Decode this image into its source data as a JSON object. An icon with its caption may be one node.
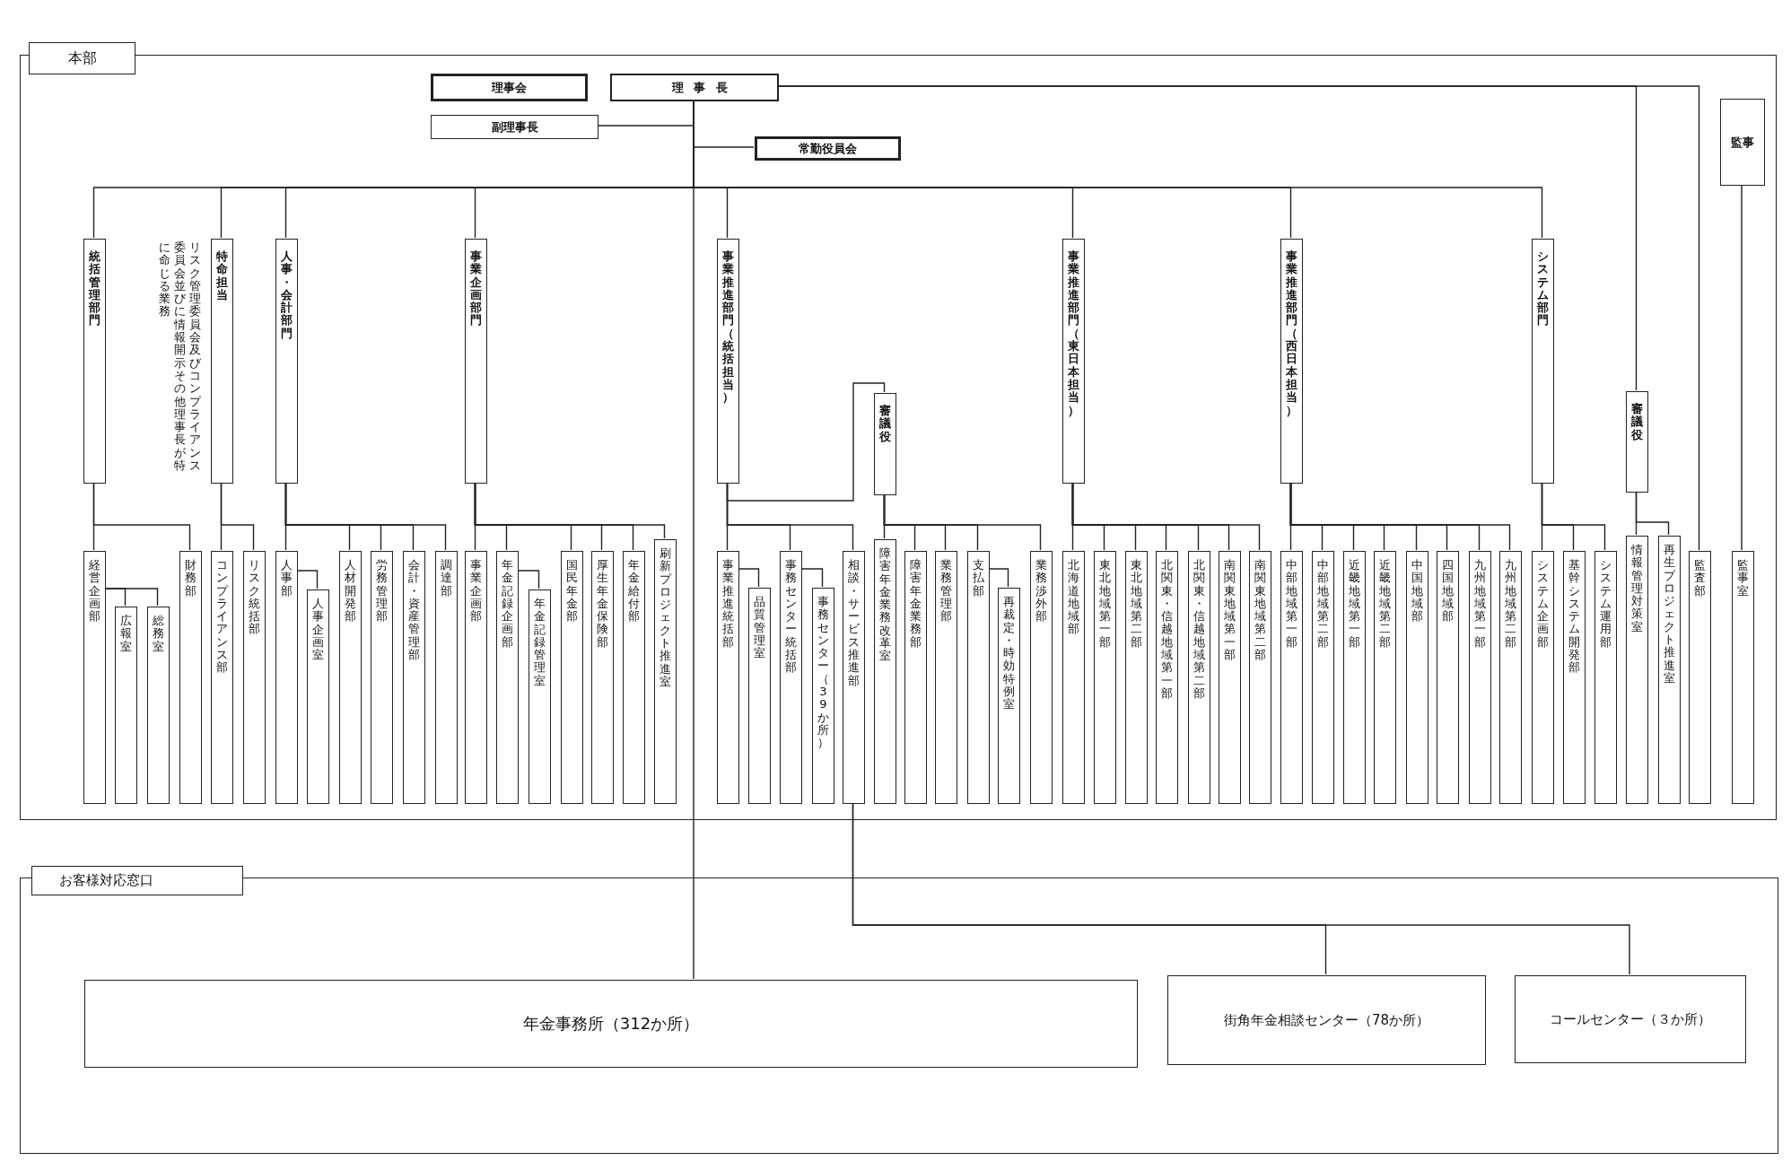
{
  "diagram": {
    "nodes": [
      {
        "text": [
          "本部"
        ]
      },
      {
        "text": [
          "理事会"
        ],
        "in": 0
      },
      {
        "text": [
          "理事長"
        ],
        "in": 0
      },
      {
        "text": [
          "副理事長"
        ],
        "in": 0
      },
      {
        "text": [
          "常勤役員会"
        ],
        "in": 0
      },
      {
        "text": [
          "監事"
        ],
        "in": 0
      },
      {
        "text": [
          "統括管理部門"
        ],
        "in": 0
      },
      {
        "text": [
          "特命担当"
        ],
        "in": 0,
        "beside": [
          "リスク管理委員会及びコンプライアンス委員会並びに情報開示その他理事長が特に命じる業務"
        ]
      },
      {
        "text": [
          "人事・会計部門"
        ],
        "in": 0
      },
      {
        "text": [
          "事業企画部門"
        ],
        "in": 0
      },
      {
        "text": [
          "事業推進部門（統括担当）"
        ],
        "in": 0
      },
      {
        "text": [
          "審議役"
        ],
        "in": 0
      },
      {
        "text": [
          "事業推進部門（東日本担当）"
        ],
        "in": 0
      },
      {
        "text": [
          "事業推進部門（西日本担当）"
        ],
        "in": 0
      },
      {
        "text": [
          "システム部門"
        ],
        "in": 0
      },
      {
        "text": [
          "審議役"
        ],
        "in": 0
      },
      {
        "text": [
          "経営企画部"
        ],
        "in": 0
      },
      {
        "text": [
          "広報室"
        ],
        "in": 0
      },
      {
        "text": [
          "総務室"
        ],
        "in": 0
      },
      {
        "text": [
          "財務部"
        ],
        "in": 0
      },
      {
        "text": [
          "コンプライアンス部"
        ],
        "in": 0
      },
      {
        "text": [
          "リスク統括部"
        ],
        "in": 0
      },
      {
        "text": [
          "人事部"
        ],
        "in": 0
      },
      {
        "text": [
          "人事企画室"
        ],
        "in": 0
      },
      {
        "text": [
          "人材開発部"
        ],
        "in": 0
      },
      {
        "text": [
          "労務管理部"
        ],
        "in": 0
      },
      {
        "text": [
          "会計・資産管理部"
        ],
        "in": 0
      },
      {
        "text": [
          "調達部"
        ],
        "in": 0
      },
      {
        "text": [
          "事業企画部"
        ],
        "in": 0
      },
      {
        "text": [
          "年金記録企画部"
        ],
        "in": 0
      },
      {
        "text": [
          "年金記録管理室"
        ],
        "in": 0
      },
      {
        "text": [
          "国民年金部"
        ],
        "in": 0
      },
      {
        "text": [
          "厚生年金保険部"
        ],
        "in": 0
      },
      {
        "text": [
          "年金給付部"
        ],
        "in": 0
      },
      {
        "text": [
          "刷新プロジェクト推進室"
        ],
        "in": 0
      },
      {
        "text": [
          "事業推進統括部"
        ],
        "in": 0
      },
      {
        "text": [
          "品質管理室"
        ],
        "in": 0
      },
      {
        "text": [
          "事務センター統括部"
        ],
        "in": 0
      },
      {
        "text": [
          "事務センター（39か所）"
        ],
        "in": 0
      },
      {
        "text": [
          "相談・サービス推進部"
        ],
        "in": 0
      },
      {
        "text": [
          "障害年金業務改革室"
        ],
        "in": 0
      },
      {
        "text": [
          "障害年金業務部"
        ],
        "in": 0
      },
      {
        "text": [
          "業務管理部"
        ],
        "in": 0
      },
      {
        "text": [
          "支払部"
        ],
        "in": 0
      },
      {
        "text": [
          "再裁定・時効特例室"
        ],
        "in": 0
      },
      {
        "text": [
          "業務渉外部"
        ],
        "in": 0
      },
      {
        "text": [
          "北海道地域部"
        ],
        "in": 0
      },
      {
        "text": [
          "東北地域第一部"
        ],
        "in": 0
      },
      {
        "text": [
          "東北地域第二部"
        ],
        "in": 0
      },
      {
        "text": [
          "北関東・信越地域第一部"
        ],
        "in": 0
      },
      {
        "text": [
          "北関東・信越地域第二部"
        ],
        "in": 0
      },
      {
        "text": [
          "南関東地域第一部"
        ],
        "in": 0
      },
      {
        "text": [
          "南関東地域第二部"
        ],
        "in": 0
      },
      {
        "text": [
          "中部地域第一部"
        ],
        "in": 0
      },
      {
        "text": [
          "中部地域第二部"
        ],
        "in": 0
      },
      {
        "text": [
          "近畿地域第一部"
        ],
        "in": 0
      },
      {
        "text": [
          "近畿地域第二部"
        ],
        "in": 0
      },
      {
        "text": [
          "中国地域部"
        ],
        "in": 0
      },
      {
        "text": [
          "四国地域部"
        ],
        "in": 0
      },
      {
        "text": [
          "九州地域第一部"
        ],
        "in": 0
      },
      {
        "text": [
          "九州地域第二部"
        ],
        "in": 0
      },
      {
        "text": [
          "システム企画部"
        ],
        "in": 0
      },
      {
        "text": [
          "基幹システム開発部"
        ],
        "in": 0
      },
      {
        "text": [
          "システム運用部"
        ],
        "in": 0
      },
      {
        "text": [
          "情報管理対策室"
        ],
        "in": 0
      },
      {
        "text": [
          "再生プロジェクト推進室"
        ],
        "in": 0
      },
      {
        "text": [
          "監査部"
        ],
        "in": 0
      },
      {
        "text": [
          "監事室"
        ],
        "in": 0
      },
      {
        "text": [
          "お客様対応窓口"
        ]
      },
      {
        "text": [
          "年金事務所（312か所）"
        ],
        "in": 68
      },
      {
        "text": [
          "街角年金相談センター（78か所）"
        ],
        "in": 68
      },
      {
        "text": [
          "コールセンター（３か所）"
        ],
        "in": 68
      }
    ],
    "edges": [
      {
        "from": 2,
        "to": 3,
        "arrow": "none"
      },
      {
        "from": 2,
        "to": 4,
        "arrow": "none"
      },
      {
        "from": 2,
        "to": 6,
        "arrow": "none"
      },
      {
        "from": 2,
        "to": 7,
        "arrow": "none"
      },
      {
        "from": 2,
        "to": 8,
        "arrow": "none"
      },
      {
        "from": 2,
        "to": 9,
        "arrow": "none"
      },
      {
        "from": 2,
        "to": 10,
        "arrow": "none"
      },
      {
        "from": 2,
        "to": 12,
        "arrow": "none"
      },
      {
        "from": 2,
        "to": 13,
        "arrow": "none"
      },
      {
        "from": 2,
        "to": 14,
        "arrow": "none"
      },
      {
        "from": 2,
        "to": 15,
        "arrow": "none"
      },
      {
        "from": 2,
        "to": 66,
        "arrow": "none"
      },
      {
        "from": 2,
        "to": 69,
        "arrow": "none"
      },
      {
        "from": 5,
        "to": 67,
        "arrow": "none"
      },
      {
        "from": 6,
        "to": 16,
        "arrow": "none"
      },
      {
        "from": 6,
        "to": 19,
        "arrow": "none"
      },
      {
        "from": 16,
        "to": 17,
        "arrow": "none"
      },
      {
        "from": 16,
        "to": 18,
        "arrow": "none"
      },
      {
        "from": 7,
        "to": 20,
        "arrow": "none"
      },
      {
        "from": 7,
        "to": 21,
        "arrow": "none"
      },
      {
        "from": 8,
        "to": 22,
        "arrow": "none"
      },
      {
        "from": 22,
        "to": 23,
        "arrow": "none"
      },
      {
        "from": 8,
        "to": 24,
        "arrow": "none"
      },
      {
        "from": 8,
        "to": 25,
        "arrow": "none"
      },
      {
        "from": 8,
        "to": 26,
        "arrow": "none"
      },
      {
        "from": 8,
        "to": 27,
        "arrow": "none"
      },
      {
        "from": 9,
        "to": 28,
        "arrow": "none"
      },
      {
        "from": 9,
        "to": 29,
        "arrow": "none"
      },
      {
        "from": 29,
        "to": 30,
        "arrow": "none"
      },
      {
        "from": 9,
        "to": 31,
        "arrow": "none"
      },
      {
        "from": 9,
        "to": 32,
        "arrow": "none"
      },
      {
        "from": 9,
        "to": 33,
        "arrow": "none"
      },
      {
        "from": 9,
        "to": 34,
        "arrow": "none"
      },
      {
        "from": 10,
        "to": 11,
        "arrow": "none"
      },
      {
        "from": 10,
        "to": 35,
        "arrow": "none"
      },
      {
        "from": 35,
        "to": 36,
        "arrow": "none"
      },
      {
        "from": 10,
        "to": 37,
        "arrow": "none"
      },
      {
        "from": 37,
        "to": 38,
        "arrow": "none"
      },
      {
        "from": 10,
        "to": 39,
        "arrow": "none"
      },
      {
        "from": 11,
        "to": 40,
        "arrow": "none"
      },
      {
        "from": 11,
        "to": 41,
        "arrow": "none"
      },
      {
        "from": 11,
        "to": 42,
        "arrow": "none"
      },
      {
        "from": 11,
        "to": 43,
        "arrow": "none"
      },
      {
        "from": 43,
        "to": 44,
        "arrow": "none"
      },
      {
        "from": 11,
        "to": 45,
        "arrow": "none"
      },
      {
        "from": 12,
        "to": 46,
        "arrow": "none"
      },
      {
        "from": 12,
        "to": 47,
        "arrow": "none"
      },
      {
        "from": 12,
        "to": 48,
        "arrow": "none"
      },
      {
        "from": 12,
        "to": 49,
        "arrow": "none"
      },
      {
        "from": 12,
        "to": 50,
        "arrow": "none"
      },
      {
        "from": 12,
        "to": 51,
        "arrow": "none"
      },
      {
        "from": 12,
        "to": 52,
        "arrow": "none"
      },
      {
        "from": 13,
        "to": 53,
        "arrow": "none"
      },
      {
        "from": 13,
        "to": 54,
        "arrow": "none"
      },
      {
        "from": 13,
        "to": 55,
        "arrow": "none"
      },
      {
        "from": 13,
        "to": 56,
        "arrow": "none"
      },
      {
        "from": 13,
        "to": 57,
        "arrow": "none"
      },
      {
        "from": 13,
        "to": 58,
        "arrow": "none"
      },
      {
        "from": 13,
        "to": 59,
        "arrow": "none"
      },
      {
        "from": 13,
        "to": 60,
        "arrow": "none"
      },
      {
        "from": 14,
        "to": 61,
        "arrow": "none"
      },
      {
        "from": 14,
        "to": 62,
        "arrow": "none"
      },
      {
        "from": 14,
        "to": 63,
        "arrow": "none"
      },
      {
        "from": 15,
        "to": 64,
        "arrow": "none"
      },
      {
        "from": 15,
        "to": 65,
        "arrow": "none"
      },
      {
        "from": 39,
        "to": 70,
        "arrow": "none"
      },
      {
        "from": 39,
        "to": 71,
        "arrow": "none"
      }
    ]
  }
}
